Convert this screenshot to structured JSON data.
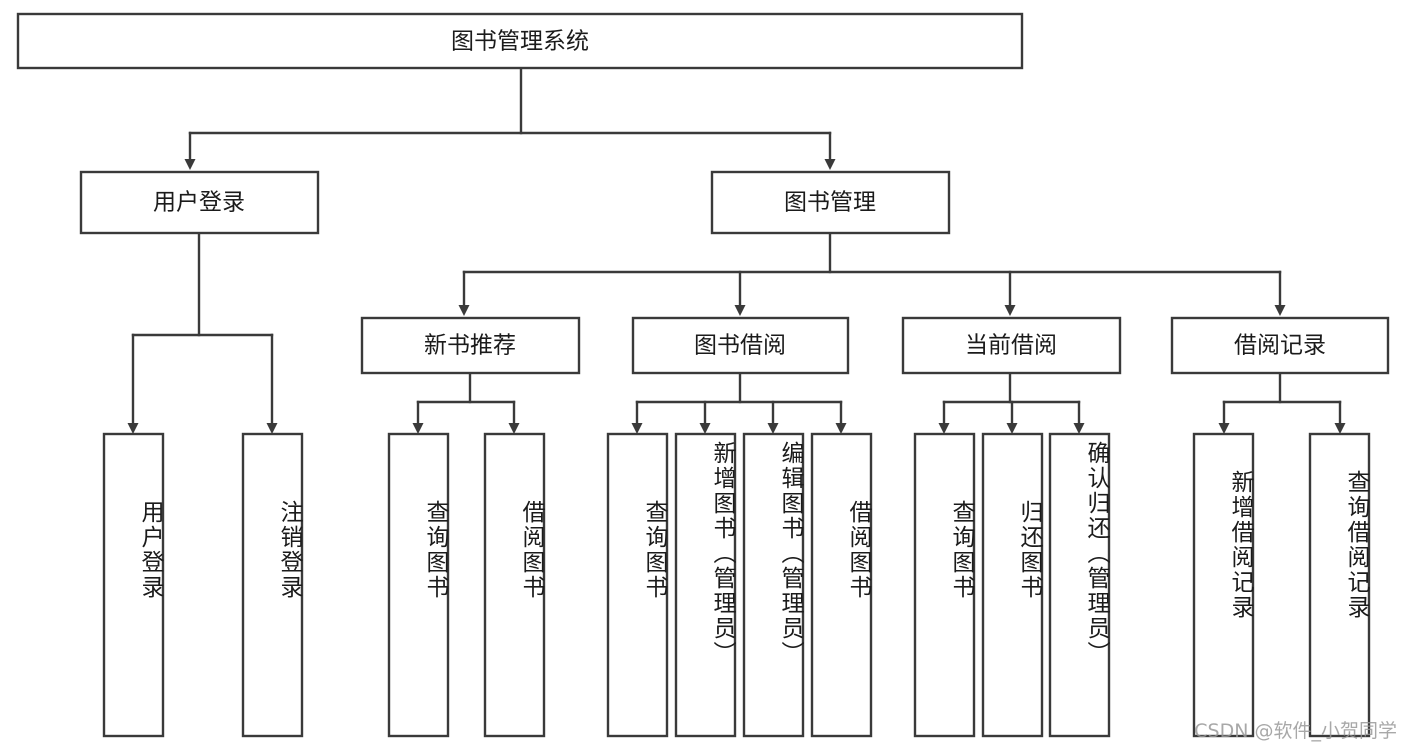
{
  "diagram": {
    "title": "图书管理系统",
    "watermark": "CSDN @软件_小贺同学",
    "colors": {
      "stroke": "#3a3a3a",
      "box_fill": "#ffffff",
      "text": "#1b1b1b",
      "background": "#ffffff",
      "watermark": "#9a9a9a"
    },
    "root": {
      "label": "图书管理系统"
    },
    "level2": [
      {
        "id": "user-login",
        "label": "用户登录"
      },
      {
        "id": "book-management",
        "label": "图书管理"
      }
    ],
    "level3": [
      {
        "id": "new-book-recommend",
        "label": "新书推荐"
      },
      {
        "id": "book-borrow",
        "label": "图书借阅"
      },
      {
        "id": "current-borrow",
        "label": "当前借阅"
      },
      {
        "id": "borrow-record",
        "label": "借阅记录"
      }
    ],
    "leaves": {
      "user_login": [
        {
          "id": "leaf-user-login",
          "label": "用户登录"
        },
        {
          "id": "leaf-logout-login",
          "label": "注销登录"
        }
      ],
      "new_book_recommend": [
        {
          "id": "leaf-query-book-1",
          "label": "查询图书"
        },
        {
          "id": "leaf-borrow-book-1",
          "label": "借阅图书"
        }
      ],
      "book_borrow": [
        {
          "id": "leaf-query-book-2",
          "label": "查询图书"
        },
        {
          "id": "leaf-add-book",
          "label": "新增图书（管理员）"
        },
        {
          "id": "leaf-edit-book",
          "label": "编辑图书（管理员）"
        },
        {
          "id": "leaf-borrow-book-2",
          "label": "借阅图书"
        }
      ],
      "current_borrow": [
        {
          "id": "leaf-query-book-3",
          "label": "查询图书"
        },
        {
          "id": "leaf-return-book",
          "label": "归还图书"
        },
        {
          "id": "leaf-confirm-return",
          "label": "确认归还（管理员）"
        }
      ],
      "borrow_record": [
        {
          "id": "leaf-add-record",
          "label": "新增借阅记录"
        },
        {
          "id": "leaf-query-record",
          "label": "查询借阅记录"
        }
      ]
    }
  }
}
